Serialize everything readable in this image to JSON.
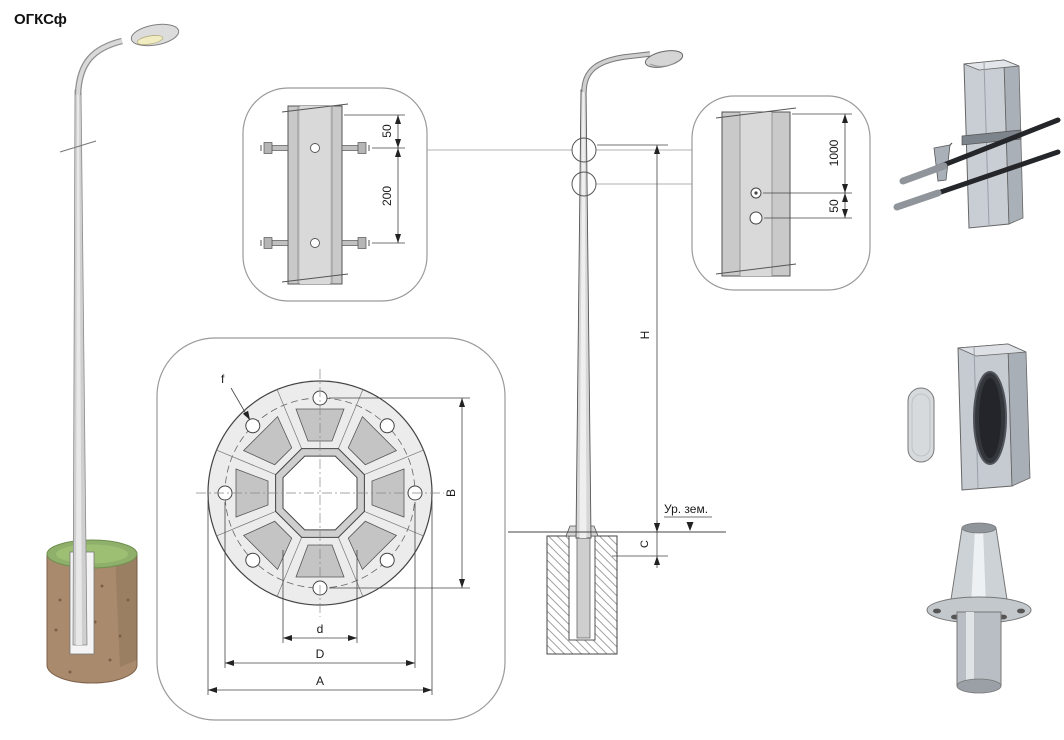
{
  "title": "ОГКСф",
  "top_joint_detail": {
    "dim_edge_to_hole": "50",
    "dim_hole_spacing": "200"
  },
  "flange_detail": {
    "hole_label": "f",
    "dim_vertical_bolt_circle": "B",
    "dim_inner_opening": "d",
    "dim_bolt_circle": "D",
    "dim_plate_width": "A"
  },
  "elevation": {
    "dim_total_height": "H",
    "dim_ground_offset": "C",
    "ground_level_label": "Ур. зем."
  },
  "right_hole_detail": {
    "dim_top_to_hole": "1000",
    "dim_hole_spacing": "50"
  }
}
